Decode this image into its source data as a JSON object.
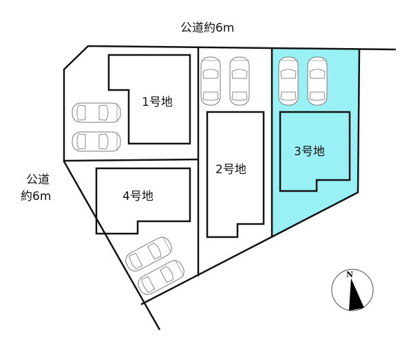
{
  "road_top": "公道約6m",
  "road_left": {
    "line1": "公道",
    "line2": "約6m"
  },
  "lots": [
    {
      "label": "1号地"
    },
    {
      "label": "2号地"
    },
    {
      "label": "3号地"
    },
    {
      "label": "4号地"
    }
  ],
  "compass": {
    "label": "N"
  },
  "colors": {
    "highlight": "#99f0f5",
    "line": "#111111"
  }
}
